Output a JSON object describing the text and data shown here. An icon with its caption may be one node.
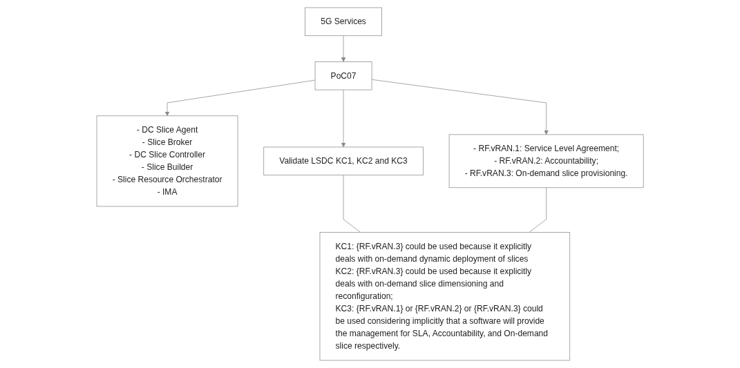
{
  "diagram": {
    "nodes": [
      {
        "text": [
          "5G Services"
        ]
      },
      {
        "text": [
          "- DC Slice Agent",
          "- Slice Broker",
          "- DC Slice Controller",
          "- Slice Builder",
          "- Slice Resource Orchestrator",
          "- IMA"
        ]
      },
      {
        "text": [
          "PoC07"
        ]
      },
      {
        "text": [
          "Validate LSDC KC1, KC2 and KC3"
        ]
      },
      {
        "text": [
          "- RF.vRAN.1: Service Level Agreement;",
          "- RF.vRAN.2: Accountability;",
          "- RF.vRAN.3: On-demand slice provisioning."
        ]
      },
      {
        "text": [
          "KC1: {RF.vRAN.3} could be used because it explicitly deals with on-demand dynamic deployment of slices",
          "KC2: {RF.vRAN.3} could be used because it explicitly deals with on-demand slice dimensioning and reconfiguration;",
          "KC3: {RF.vRAN.1} or {RF.vRAN.2} or {RF.vRAN.3} could be used considering implicitly that a software will provide the management for SLA, Accountability, and On-demand slice respectively."
        ]
      }
    ],
    "edges": [
      {
        "from": 0,
        "to": 2,
        "arrow": "to"
      },
      {
        "from": 2,
        "to": 1,
        "arrow": "to"
      },
      {
        "from": 2,
        "to": 3,
        "arrow": "to"
      },
      {
        "from": 2,
        "to": 4,
        "arrow": "to"
      },
      {
        "from": 3,
        "to": 5,
        "arrow": "none"
      },
      {
        "from": 4,
        "to": 5,
        "arrow": "none"
      }
    ]
  }
}
